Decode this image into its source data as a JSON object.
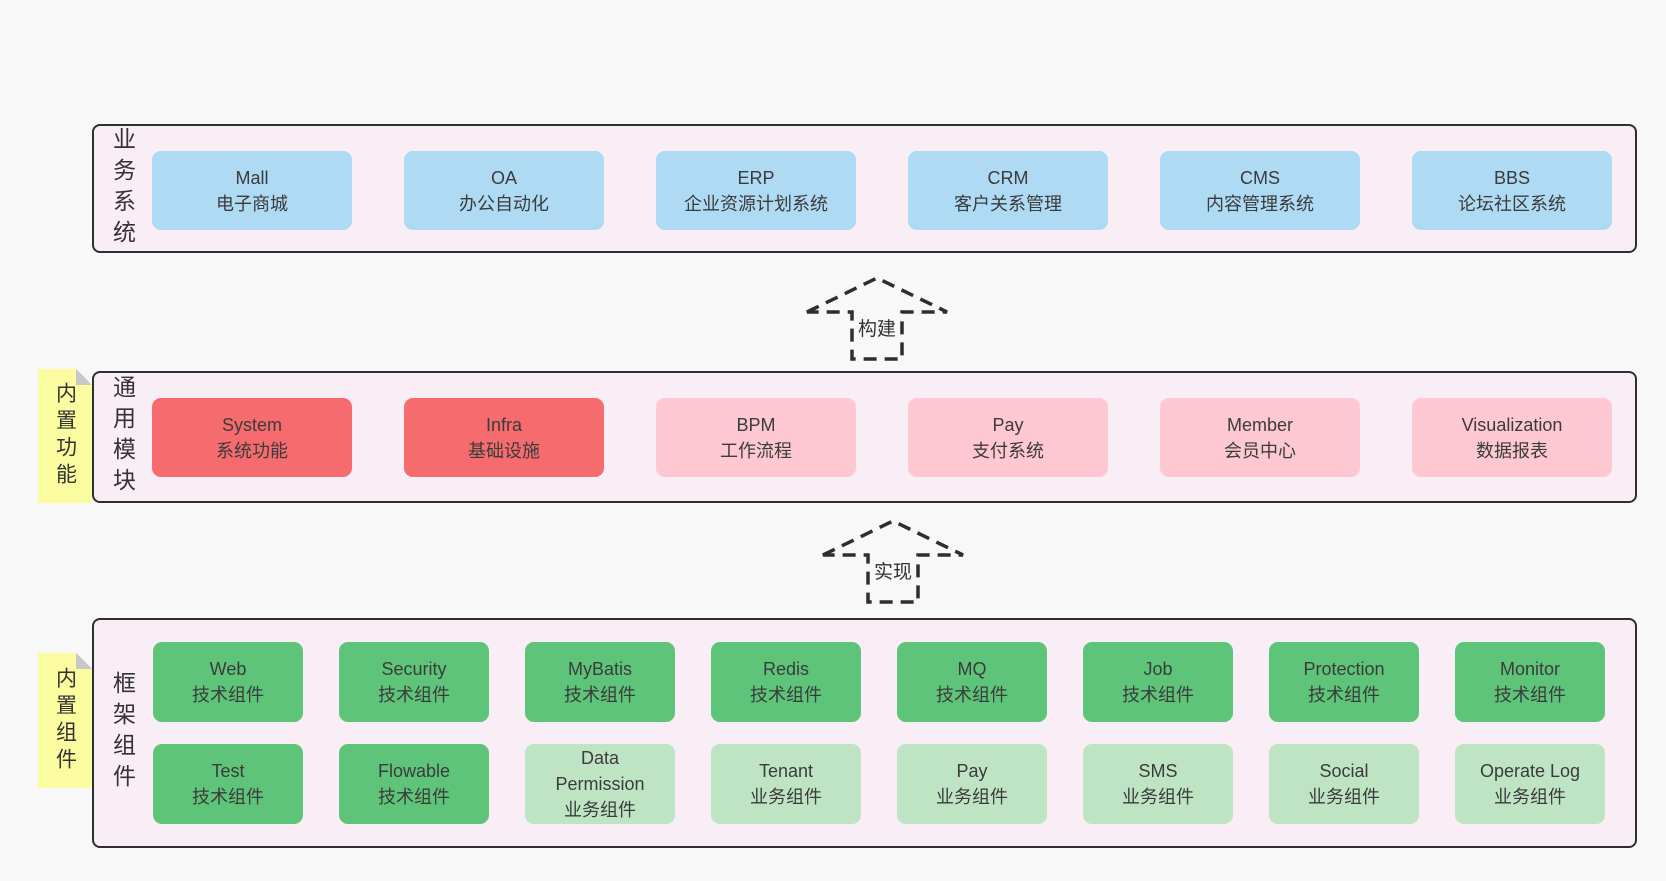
{
  "colors": {
    "page_bg": "#f8f8f8",
    "layer_bg": "#f9edf6",
    "layer_border": "#2f2f2f",
    "box_blue": "#aedaf4",
    "box_red": "#f66b6e",
    "box_pink": "#fdc8d1",
    "box_green": "#5ec47a",
    "box_lightgreen": "#bee4c4",
    "note_yellow": "#fbfb9f",
    "note_fold": "#c8c8c8",
    "text": "#3b3b3b"
  },
  "layers": [
    {
      "label": "业务系统",
      "boxes": [
        {
          "title": "Mall",
          "subtitle": "电子商城"
        },
        {
          "title": "OA",
          "subtitle": "办公自动化"
        },
        {
          "title": "ERP",
          "subtitle": "企业资源计划系统"
        },
        {
          "title": "CRM",
          "subtitle": "客户关系管理"
        },
        {
          "title": "CMS",
          "subtitle": "内容管理系统"
        },
        {
          "title": "BBS",
          "subtitle": "论坛社区系统"
        }
      ]
    },
    {
      "label": "通用模块",
      "note": "内置功能",
      "boxes": [
        {
          "title": "System",
          "subtitle": "系统功能"
        },
        {
          "title": "Infra",
          "subtitle": "基础设施"
        },
        {
          "title": "BPM",
          "subtitle": "工作流程"
        },
        {
          "title": "Pay",
          "subtitle": "支付系统"
        },
        {
          "title": "Member",
          "subtitle": "会员中心"
        },
        {
          "title": "Visualization",
          "subtitle": "数据报表"
        }
      ]
    },
    {
      "label": "框架组件",
      "note": "内置组件",
      "rows": [
        [
          {
            "title": "Web",
            "subtitle": "技术组件"
          },
          {
            "title": "Security",
            "subtitle": "技术组件"
          },
          {
            "title": "MyBatis",
            "subtitle": "技术组件"
          },
          {
            "title": "Redis",
            "subtitle": "技术组件"
          },
          {
            "title": "MQ",
            "subtitle": "技术组件"
          },
          {
            "title": "Job",
            "subtitle": "技术组件"
          },
          {
            "title": "Protection",
            "subtitle": "技术组件"
          },
          {
            "title": "Monitor",
            "subtitle": "技术组件"
          }
        ],
        [
          {
            "title": "Test",
            "subtitle": "技术组件"
          },
          {
            "title": "Flowable",
            "subtitle": "技术组件"
          },
          {
            "title": "Data Permission",
            "subtitle": "业务组件"
          },
          {
            "title": "Tenant",
            "subtitle": "业务组件"
          },
          {
            "title": "Pay",
            "subtitle": "业务组件"
          },
          {
            "title": "SMS",
            "subtitle": "业务组件"
          },
          {
            "title": "Social",
            "subtitle": "业务组件"
          },
          {
            "title": "Operate Log",
            "subtitle": "业务组件"
          }
        ]
      ]
    }
  ],
  "arrows": [
    {
      "label": "构建"
    },
    {
      "label": "实现"
    }
  ]
}
